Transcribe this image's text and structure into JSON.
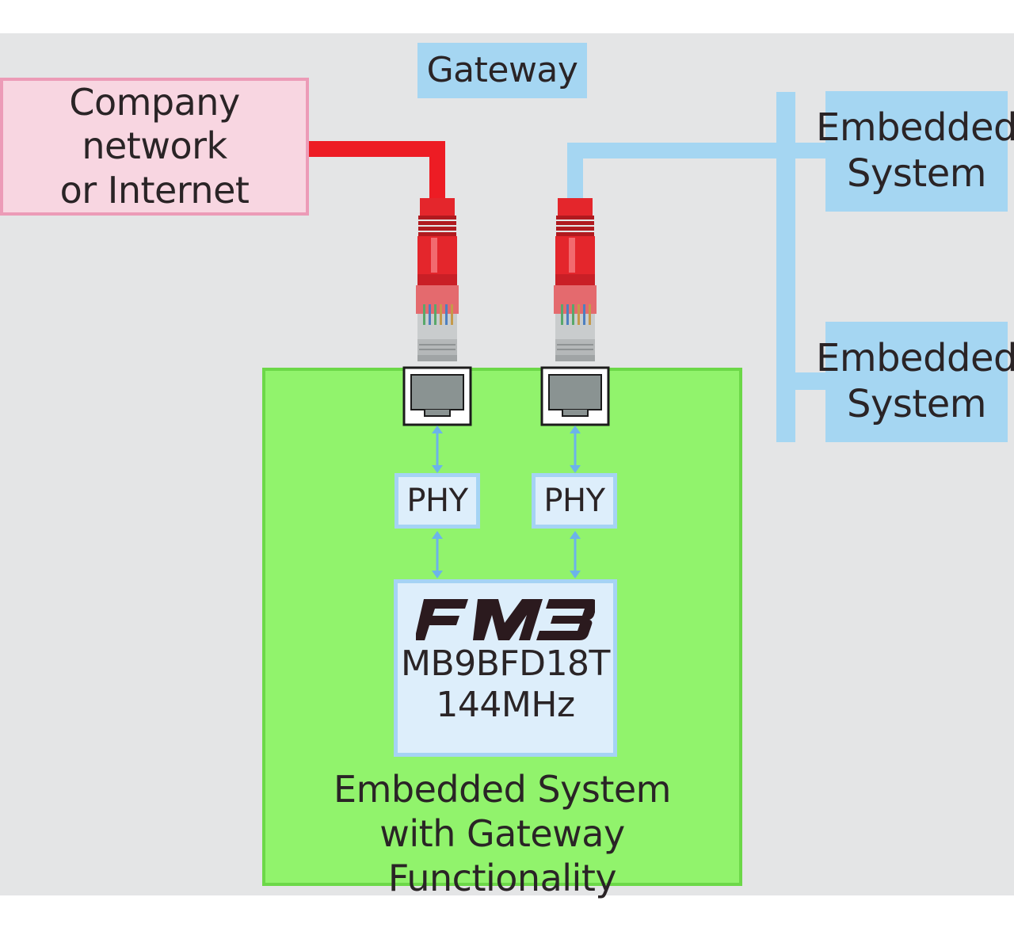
{
  "gateway": {
    "title": "Gateway"
  },
  "company": {
    "line1": "Company network",
    "line2": "or Internet"
  },
  "embedded_systems": [
    {
      "line1": "Embedded",
      "line2": "System"
    },
    {
      "line1": "Embedded",
      "line2": "System"
    }
  ],
  "phy": [
    {
      "label": "PHY"
    },
    {
      "label": "PHY"
    }
  ],
  "mcu": {
    "logo": "FM3",
    "part": "MB9BFD18T",
    "freq": "144MHz"
  },
  "gateway_system": {
    "line1": "Embedded System",
    "line2": "with Gateway Functionality"
  },
  "colors": {
    "background": "#e4e5e6",
    "company_fill": "#f8d6e1",
    "company_border": "#ec9bb7",
    "network_blue": "#a5d6f2",
    "gateway_green": "#91f36c",
    "cable_red": "#ed1c24",
    "connector_red": "#e4262c",
    "logo_dark": "#2b1a1e"
  },
  "icons": [
    "rj45-plug-icon",
    "rj45-plug-icon",
    "ethernet-port-icon",
    "ethernet-port-icon",
    "bidirectional-arrow-icon"
  ]
}
